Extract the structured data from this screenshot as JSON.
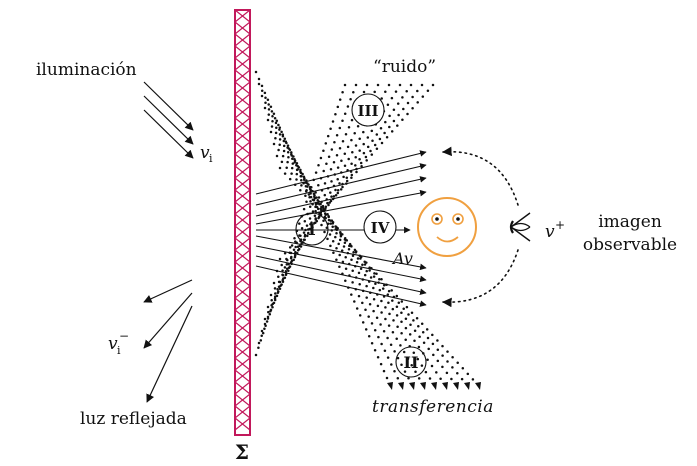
{
  "labels": {
    "illumination": "iluminación",
    "v_i": "v",
    "v_i_sub": "i",
    "v_i_minus": "v",
    "v_i_minus_sub": "i",
    "v_i_minus_sup": "−",
    "reflected_light": "luz reflejada",
    "noise": "“ruido”",
    "transfer": "transferencia",
    "av": "Av",
    "v_plus": "v",
    "v_plus_sup": "+",
    "observable_line1": "imagen",
    "observable_line2": "observable",
    "sigma": "Σ"
  },
  "regions": {
    "I": "I",
    "II": "II",
    "III": "III",
    "IV": "IV"
  },
  "colors": {
    "screen": "#c2185b",
    "face": "#f0a040",
    "ink": "#111111"
  },
  "icons": [
    "eye-icon",
    "smiley-face-icon"
  ]
}
